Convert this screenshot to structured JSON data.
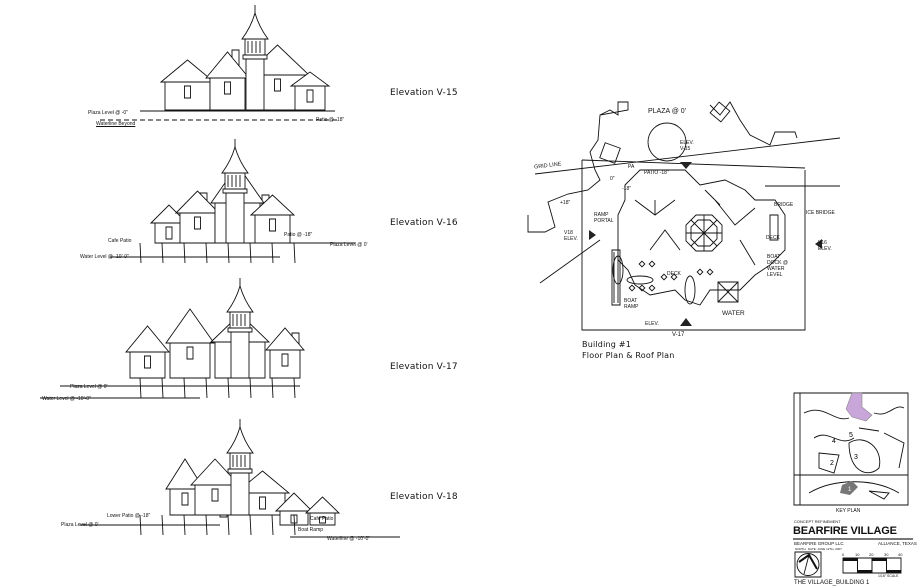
{
  "elevations": [
    {
      "title": "Elevation V-15",
      "notes": [
        "Plaza Level @ -0\"",
        "Waterline Beyond",
        "Patio @ -18\""
      ]
    },
    {
      "title": "Elevation V-16",
      "notes": [
        "Cafe Patio",
        "Water Level @ -10'-0\"",
        "Patio @ -18\"",
        "Plaza Level @ 0'"
      ]
    },
    {
      "title": "Elevation V-17",
      "notes": [
        "Plaza Level @ 0'",
        "Water Level @ -10'-0\""
      ]
    },
    {
      "title": "Elevation V-18",
      "notes": [
        "Lower Patio @ -18\"",
        "Plaza Level @ 0'",
        "Cafe Patio",
        "Boat Ramp",
        "Waterline @ -10'-0\""
      ]
    }
  ],
  "plan": {
    "caption_line1": "Building #1",
    "caption_line2": "Floor Plan & Roof Plan",
    "labels": {
      "plaza": "PLAZA @ 0'",
      "grid_line": "GRID LINE",
      "v15": "ELEV. V-15",
      "v16": "V16 ELEV.",
      "v17": "V-17",
      "v17_elev": "ELEV.",
      "v18": "V18 ELEV.",
      "patio": "PATIO -18\"",
      "plus18": "+18\"",
      "ramp": "RAMP PORTAL",
      "boat_ramp": "BOAT RAMP",
      "water": "WATER",
      "deck": "DECK",
      "deck2": "DECK",
      "bridge": "BRIDGE",
      "ice_bridge": "ICE BRIDGE",
      "boat_dock": "BOAT DOCK @ WATER LEVEL",
      "zero": "0\"",
      "minus18": "-18\"",
      "pa": "PA"
    }
  },
  "key_plan": {
    "label": "KEY PLAN",
    "numbers": [
      "1",
      "2",
      "3",
      "4",
      "5"
    ],
    "highlight_color": "#c9a6d9"
  },
  "title_block": {
    "subtitle": "CONCEPT REFINEMENT",
    "project": "BEARFIRE VILLAGE",
    "client": "BEARFIRE GROUP LLC",
    "location": "ALLIANCE, TEXAS",
    "north_label": "NORTH",
    "date_label": "DATE: JUNE 12TH, 2007",
    "scale_ticks": [
      "0",
      "10",
      "20",
      "30",
      "40"
    ],
    "scale_note": "1/16\" SCALE",
    "sheet_title": "THE VILLAGE_BUILDING 1"
  }
}
